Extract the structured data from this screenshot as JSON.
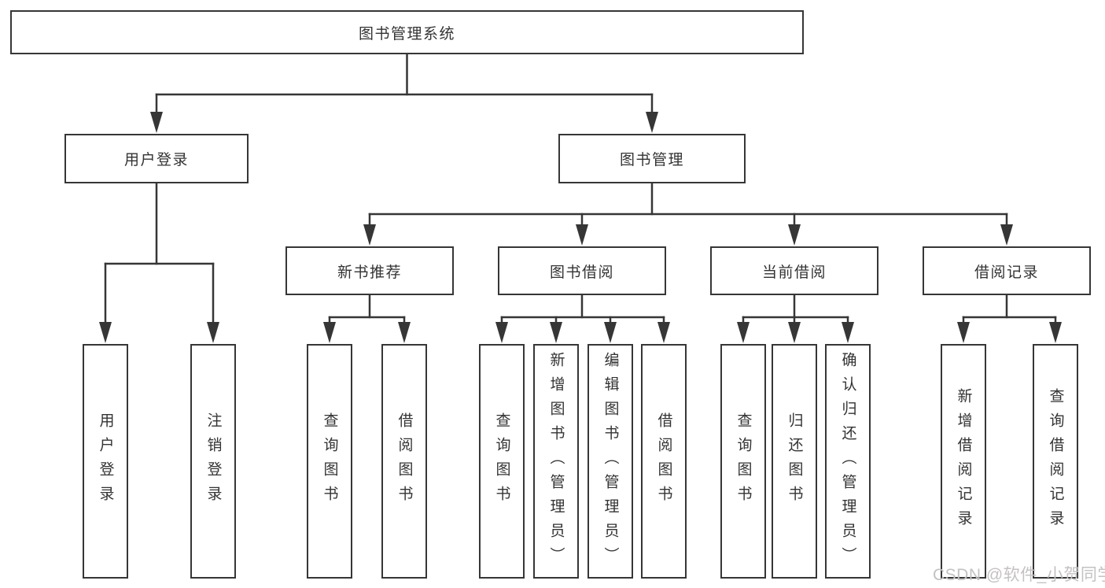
{
  "diagram": {
    "type": "hierarchy-tree",
    "title": "图书管理系统"
  },
  "tree": {
    "label": "图书管理系统",
    "children": [
      {
        "label": "用户登录",
        "children": [
          {
            "label": "用户登录"
          },
          {
            "label": "注销登录"
          }
        ]
      },
      {
        "label": "图书管理",
        "children": [
          {
            "label": "新书推荐",
            "children": [
              {
                "label": "查询图书"
              },
              {
                "label": "借阅图书"
              }
            ]
          },
          {
            "label": "图书借阅",
            "children": [
              {
                "label": "查询图书"
              },
              {
                "label": "新增图书（管理员）"
              },
              {
                "label": "编辑图书（管理员）"
              },
              {
                "label": "借阅图书"
              }
            ]
          },
          {
            "label": "当前借阅",
            "children": [
              {
                "label": "查询图书"
              },
              {
                "label": "归还图书"
              },
              {
                "label": "确认归还（管理员）"
              }
            ]
          },
          {
            "label": "借阅记录",
            "children": [
              {
                "label": "新增借阅记录"
              },
              {
                "label": "查询借阅记录"
              }
            ]
          }
        ]
      }
    ]
  },
  "watermark": {
    "text": "CSDN @软件_小贺同学"
  },
  "colors": {
    "line": "#363636",
    "box_border": "#363636",
    "text": "#333333",
    "background": "#ffffff",
    "watermark": "#c4c1c1"
  }
}
